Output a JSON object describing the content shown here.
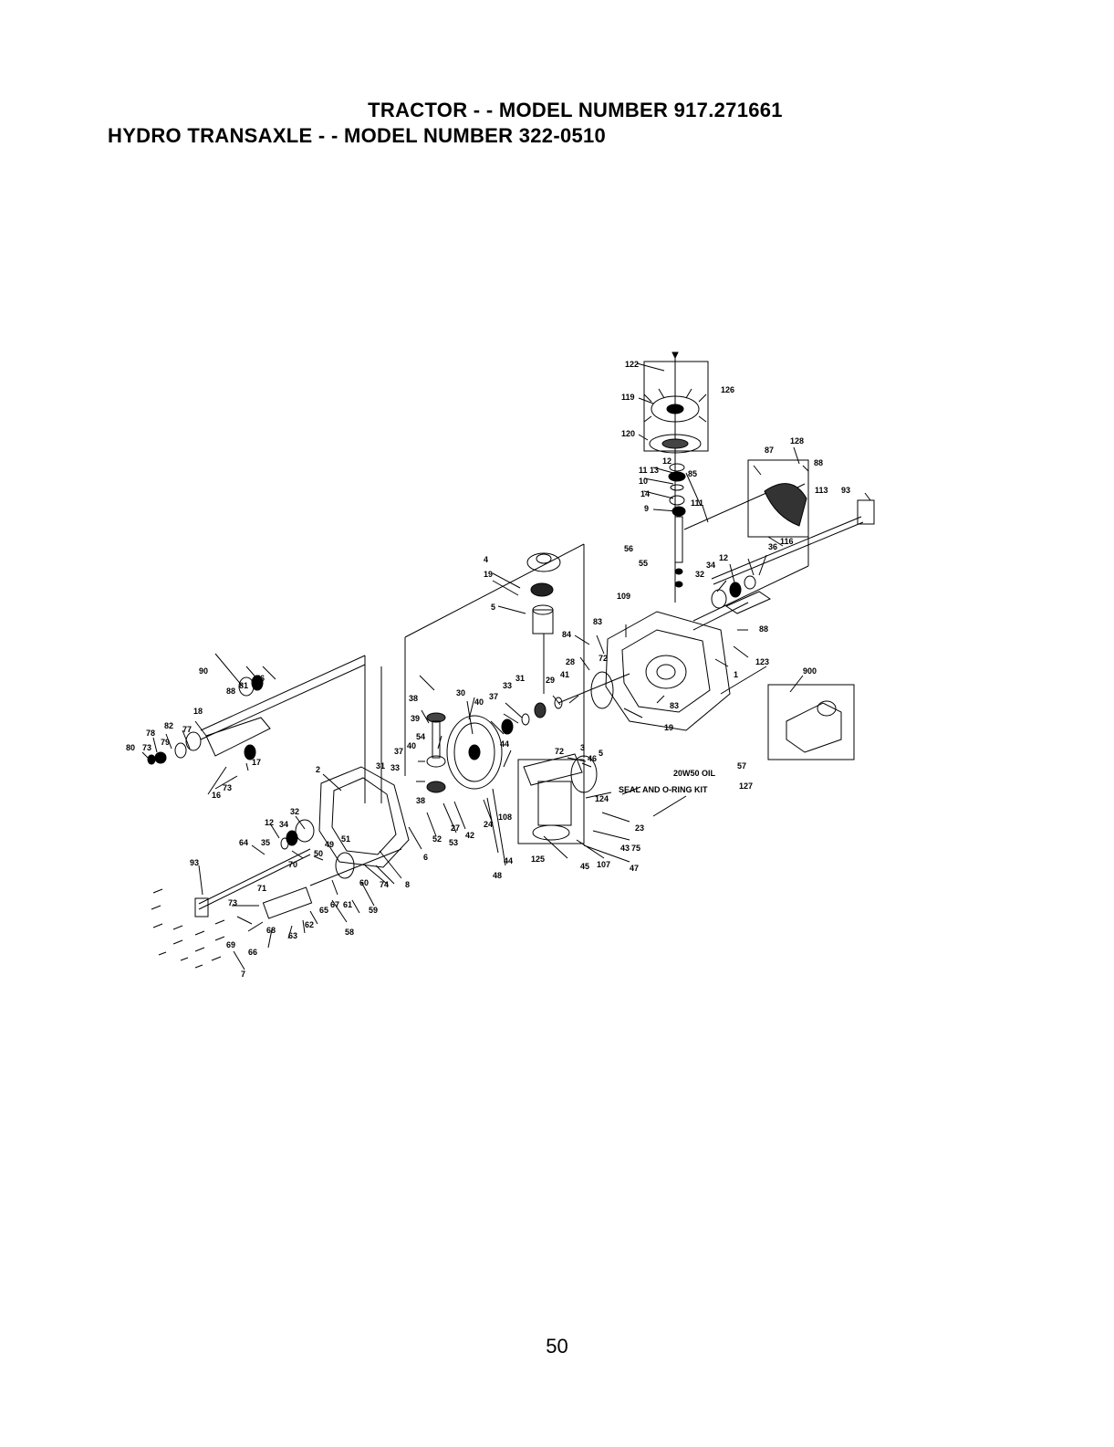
{
  "title_line1": "TRACTOR - - MODEL NUMBER 917.271661",
  "title_line2": "HYDRO TRANSAXLE - - MODEL NUMBER 322-0510",
  "page_number": "50",
  "notes": {
    "oil": "20W50 OIL",
    "kit": "SEAL AND O-RING KIT"
  },
  "callouts": [
    "122",
    "126",
    "119",
    "120",
    "12",
    "13",
    "11",
    "10",
    "14",
    "9",
    "85",
    "111",
    "87",
    "128",
    "88",
    "113",
    "93",
    "116",
    "36",
    "56",
    "55",
    "12",
    "34",
    "32",
    "109",
    "88",
    "123",
    "1",
    "900",
    "4",
    "19",
    "5",
    "83",
    "84",
    "28",
    "72",
    "29",
    "41",
    "83",
    "19",
    "31",
    "33",
    "37",
    "30",
    "40",
    "38",
    "39",
    "54",
    "37",
    "40",
    "31",
    "33",
    "44",
    "72",
    "3",
    "46",
    "5",
    "57",
    "127",
    "124",
    "23",
    "43",
    "75",
    "47",
    "107",
    "45",
    "125",
    "108",
    "48",
    "44",
    "24",
    "42",
    "27",
    "53",
    "52",
    "38",
    "2",
    "6",
    "8",
    "74",
    "90",
    "88",
    "81",
    "76",
    "18",
    "77",
    "82",
    "78",
    "79",
    "73",
    "80",
    "17",
    "73",
    "16",
    "32",
    "12",
    "34",
    "64",
    "35",
    "51",
    "49",
    "50",
    "70",
    "60",
    "61",
    "67",
    "65",
    "59",
    "62",
    "58",
    "63",
    "71",
    "73",
    "68",
    "69",
    "66",
    "93",
    "7"
  ]
}
